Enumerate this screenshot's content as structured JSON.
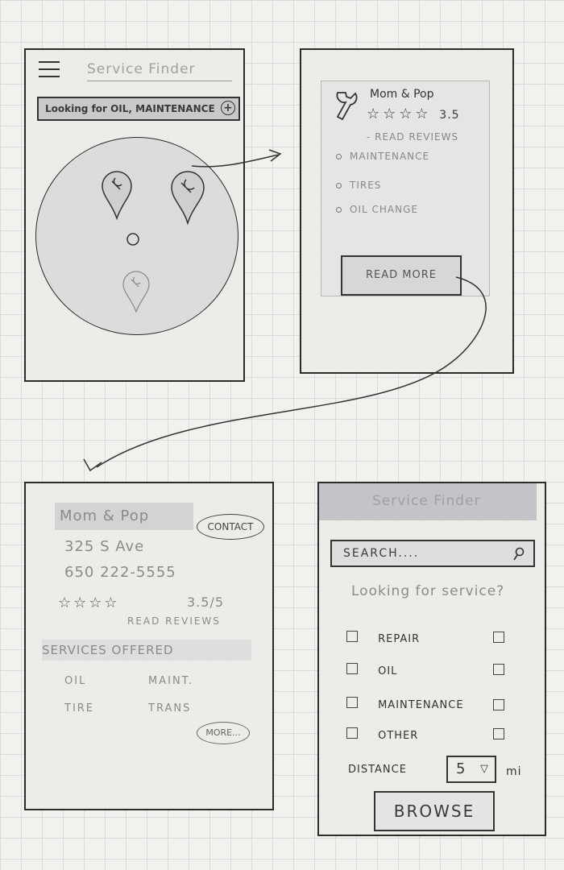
{
  "map_screen": {
    "app_title": "Service Finder",
    "search_text": "Looking for OIL, MAINTENANCE",
    "plus_icon": "+",
    "icons": [
      "menu-icon",
      "wrench-pin-icon",
      "location-dot-icon",
      "plus-icon"
    ]
  },
  "popup_screen": {
    "shop_name": "Mom & Pop",
    "rating_text": "3.5",
    "read_reviews": "- READ REVIEWS",
    "items": [
      "MAINTENANCE",
      "TIRES",
      "OIL CHANGE"
    ],
    "read_more_label": "READ MORE"
  },
  "detail_screen": {
    "shop_name": "Mom & Pop",
    "contact_label": "CONTACT",
    "address": "325 S Ave",
    "phone": "650 222-5555",
    "rating_text": "3.5/5",
    "read_reviews": "READ REVIEWS",
    "services_heading": "SERVICES OFFERED",
    "services": [
      "OIL",
      "MAINT.",
      "TIRE",
      "TRANS"
    ],
    "more_label": "MORE..."
  },
  "search_screen": {
    "app_title": "Service Finder",
    "search_placeholder": "SEARCH....",
    "question": "Looking for service?",
    "options": [
      "REPAIR",
      "OIL",
      "MAINTENANCE",
      "OTHER"
    ],
    "distance_label": "DISTANCE",
    "distance_value": "5",
    "distance_unit": "mi",
    "browse_label": "BROWSE"
  }
}
